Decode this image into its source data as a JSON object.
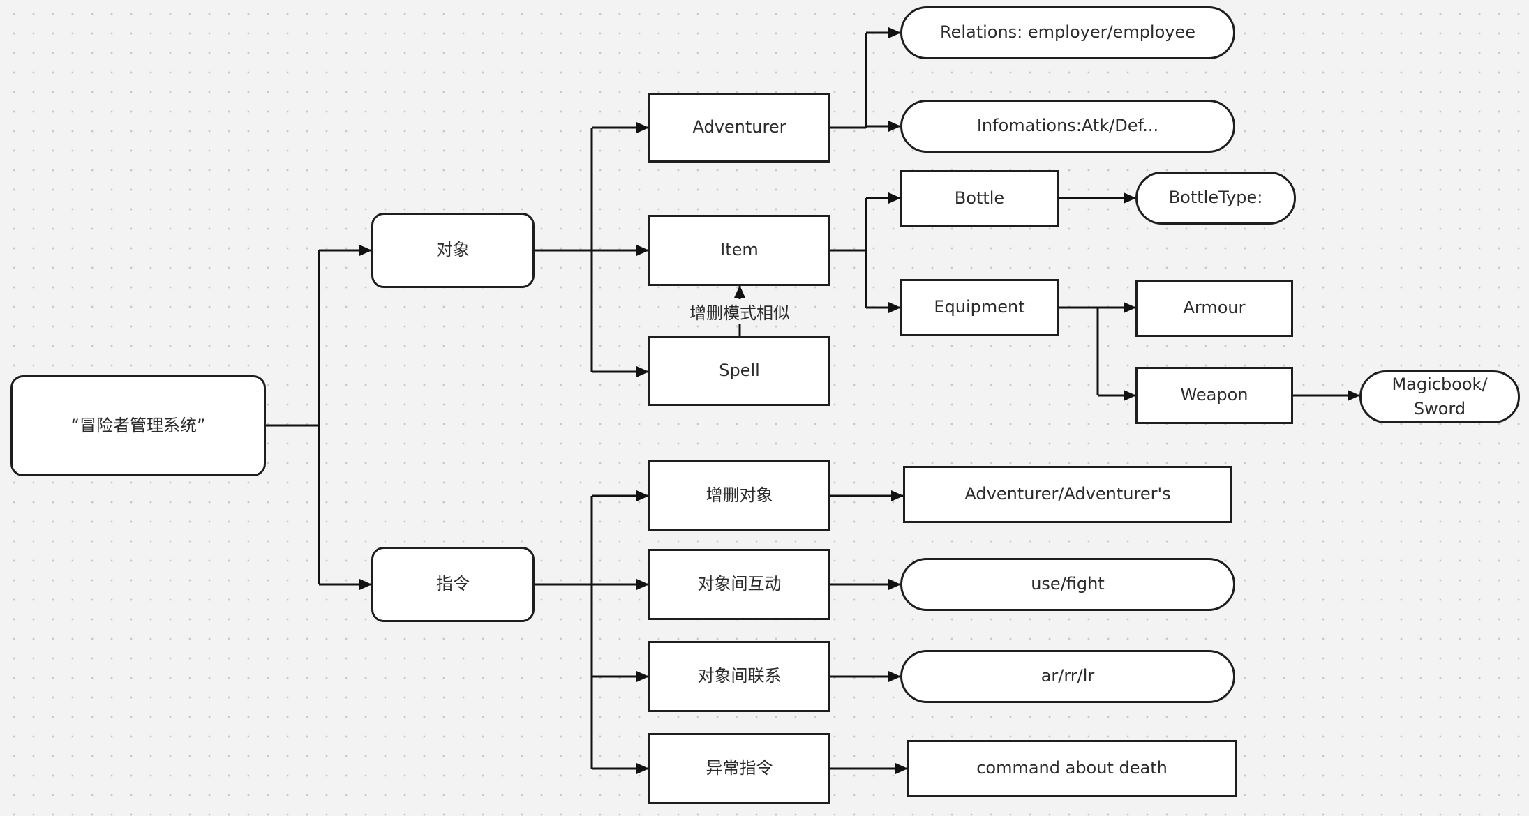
{
  "diagram": {
    "root": "“冒险者管理系统”",
    "branches": {
      "objects": "对象",
      "commands": "指令"
    },
    "object_types": {
      "adventurer": "Adventurer",
      "item": "Item",
      "spell": "Spell"
    },
    "adventurer_details": {
      "relations": "Relations: employer/employee",
      "informations": "Infomations:Atk/Def..."
    },
    "item_types": {
      "bottle": "Bottle",
      "equipment": "Equipment"
    },
    "bottle_type": "BottleType:",
    "equipment_types": {
      "armour": "Armour",
      "weapon": "Weapon"
    },
    "weapon_types": "Magicbook/\nSword",
    "similar_note": "增删模式相似",
    "command_types": {
      "add_remove": "增删对象",
      "interaction": "对象间互动",
      "relation": "对象间联系",
      "exception": "异常指令"
    },
    "command_details": {
      "add_remove": "Adventurer/Adventurer's",
      "interaction": "use/fight",
      "relation": "ar/rr/lr",
      "exception": "command about death"
    }
  }
}
